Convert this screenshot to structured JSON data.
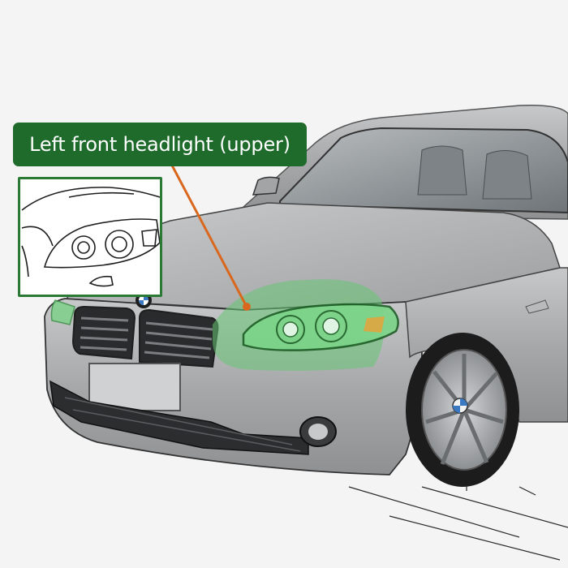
{
  "callout": {
    "label": "Left front headlight (upper)"
  },
  "colors": {
    "callout_bg": "#1e6b2c",
    "callout_text": "#ffffff",
    "leader_line": "#d9681e",
    "highlight": "#5fc46a",
    "car_body": "#a9abad"
  },
  "icons": {
    "inset": "headlight-line-drawing",
    "logo": "bmw-roundel"
  }
}
